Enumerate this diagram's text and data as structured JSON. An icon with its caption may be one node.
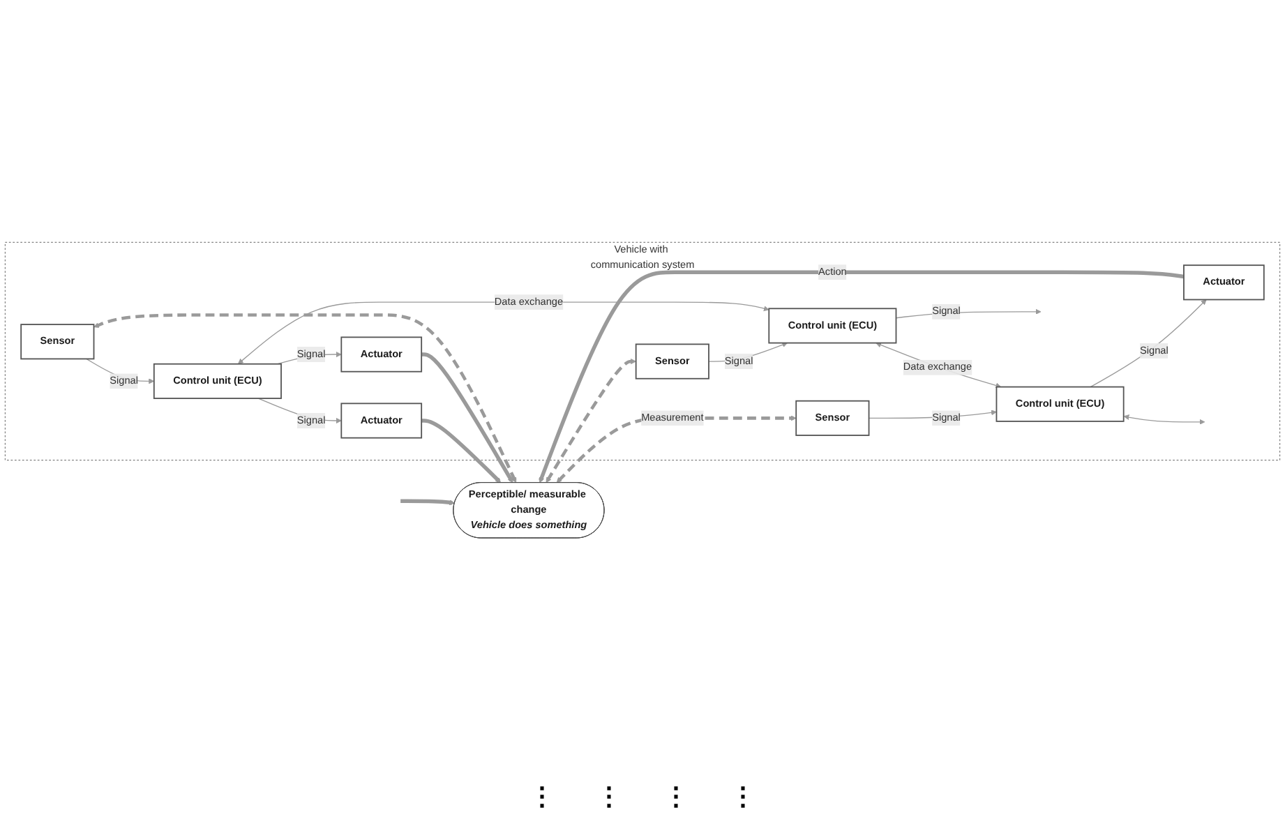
{
  "diagram": {
    "nodes": [
      {
        "text": [
          "Vehicle with communication system"
        ]
      },
      {
        "text": [
          "Sensor"
        ],
        "in": 0
      },
      {
        "text": [
          "Control unit (ECU)"
        ],
        "in": 0
      },
      {
        "text": [
          "Actuator"
        ],
        "in": 0
      },
      {
        "text": [
          "Actuator"
        ],
        "in": 0
      },
      {
        "text": [
          "Sensor"
        ],
        "in": 0
      },
      {
        "text": [
          "Control unit (ECU)"
        ],
        "in": 0
      },
      {
        "text": [
          "Sensor"
        ],
        "in": 0
      },
      {
        "text": [
          "Control unit (ECU)"
        ],
        "in": 0
      },
      {
        "text": [
          "Actuator"
        ],
        "in": 0
      },
      {
        "text": [
          "Perceptible/ measurable change",
          "Vehicle does something"
        ]
      }
    ],
    "edges": [
      {
        "from": 1,
        "to": 2,
        "arrow": "to",
        "label": "Signal"
      },
      {
        "from": 2,
        "to": 3,
        "arrow": "to",
        "label": "Signal"
      },
      {
        "from": 2,
        "to": 4,
        "arrow": "to",
        "label": "Signal"
      },
      {
        "from": 5,
        "to": 6,
        "arrow": "to",
        "label": "Signal"
      },
      {
        "from": 6,
        "to": null,
        "arrow": "to",
        "label": "Signal"
      },
      {
        "from": 7,
        "to": 8,
        "arrow": "to",
        "label": "Signal"
      },
      {
        "from": 8,
        "to": 9,
        "arrow": "to",
        "label": "Signal"
      },
      {
        "from": 2,
        "to": 6,
        "arrow": "both",
        "label": "Data exchange"
      },
      {
        "from": 6,
        "to": 8,
        "arrow": "both",
        "label": "Data exchange"
      },
      {
        "from": 8,
        "to": null,
        "arrow": "both"
      },
      {
        "from": 3,
        "to": 10,
        "arrow": "to",
        "style": "thick"
      },
      {
        "from": 4,
        "to": 10,
        "arrow": "to",
        "style": "thick"
      },
      {
        "from": null,
        "to": 10,
        "arrow": "to",
        "style": "thick"
      },
      {
        "from": 9,
        "to": 10,
        "arrow": "to",
        "style": "thick",
        "label": "Action"
      },
      {
        "from": 10,
        "to": 1,
        "arrow": "both",
        "style": "dashed"
      },
      {
        "from": 10,
        "to": 5,
        "arrow": "both",
        "style": "dashed"
      },
      {
        "from": 10,
        "to": 7,
        "arrow": "both",
        "style": "dashed",
        "label": "Measurement"
      }
    ],
    "labels": [
      "⋮",
      "⋮",
      "⋮",
      "⋮"
    ]
  }
}
